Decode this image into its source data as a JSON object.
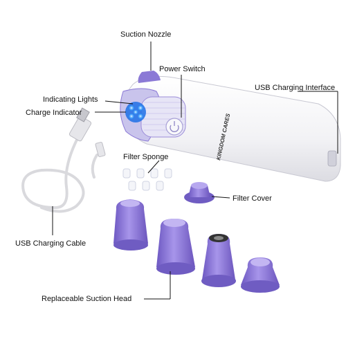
{
  "labels": {
    "suction_nozzle": "Suction Nozzle",
    "power_switch": "Power Switch",
    "usb_interface": "USB Charging Interface",
    "indicating_lights": "Indicating Lights",
    "charge_indicator": "Charge Indicator",
    "filter_sponge": "Filter Sponge",
    "filter_cover": "Filter Cover",
    "usb_cable": "USB Charging Cable",
    "suction_head": "Replaceable Suction Head"
  },
  "device": {
    "brand": "KINGDOM CARES"
  },
  "colors": {
    "device_body": "#f4f4f6",
    "accent_purple": "#8b79d6",
    "led_blue": "#1e8cff",
    "head_purple": "#8d7ad8",
    "cable": "#dcdcdc"
  }
}
